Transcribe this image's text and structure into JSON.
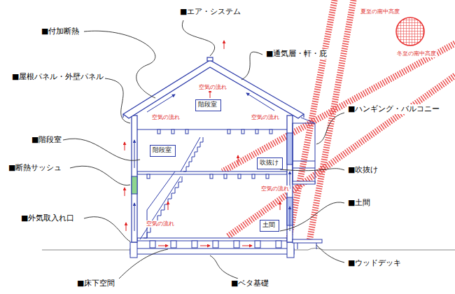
{
  "diagram": {
    "nodes": [
      {
        "text": [
          "階段室"
        ]
      },
      {
        "text": [
          "階段室"
        ]
      },
      {
        "text": [
          "吹抜け"
        ]
      },
      {
        "text": [
          "土間"
        ]
      }
    ],
    "labels": [
      "■エア・システム",
      "■付加断熱",
      "■通気層・軒・庇",
      "夏至の南中高度",
      "冬至の南中高度",
      "■屋根パネル・外壁パネル",
      "空気の流れ",
      "■ハンギング・バルコニー",
      "空気の流れ",
      "空気の流れ",
      "■階段室",
      "■断熱サッシュ",
      "■吹抜け",
      "空気の流れ",
      "■土間",
      "■外気取入れ口",
      "空気の流れ",
      "■ウッドデッキ",
      "■床下空間",
      "■ベタ基礎"
    ]
  }
}
